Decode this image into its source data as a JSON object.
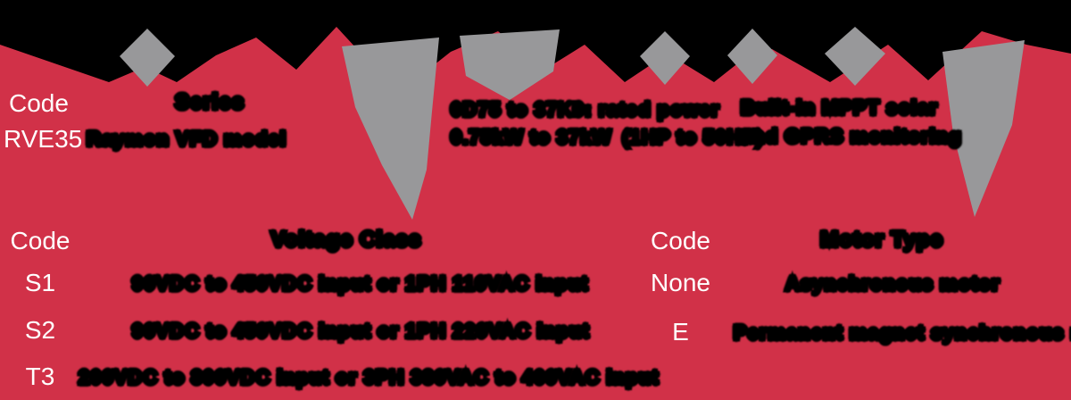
{
  "colors": {
    "background": "#d13148",
    "arrow_gray": "#98989a",
    "label_white": "#ffffff",
    "text_black": "#000000"
  },
  "banner": {
    "icons": [
      "down-arrow-icon",
      "down-arrow-long-icon",
      "down-arrow-medium-icon",
      "down-arrow-icon",
      "down-arrow-icon",
      "down-arrow-icon",
      "down-arrow-long-icon"
    ]
  },
  "series_table": {
    "code_label": "Code",
    "type_label": "Series",
    "rows": [
      {
        "code": "RVE35",
        "description": "Raymon VFD model"
      }
    ]
  },
  "power_note": {
    "line1": "0D75 to 37K0: rated power",
    "line2_a": "0.75kW to 37kW",
    "line2_b": "(1HP to 50HP)"
  },
  "feature_note": {
    "line1": "Built-in MPPT solar",
    "line2": "and GPRS monitoring"
  },
  "voltage_table": {
    "code_label": "Code",
    "type_label": "Voltage Class",
    "rows": [
      {
        "code": "S1",
        "description": "90VDC to 450VDC input or 1PH 110VAC input"
      },
      {
        "code": "S2",
        "description": "90VDC to 450VDC input or 1PH 220VAC input"
      },
      {
        "code": "T3",
        "description": "200VDC to 800VDC input or 3PH 380VAC to 460VAC input"
      }
    ]
  },
  "motor_table": {
    "code_label": "Code",
    "type_label": "Motor Type",
    "rows": [
      {
        "code": "None",
        "description": "Asynchronous motor"
      },
      {
        "code": "E",
        "description": "Permanent magnet synchronous motor"
      }
    ]
  }
}
